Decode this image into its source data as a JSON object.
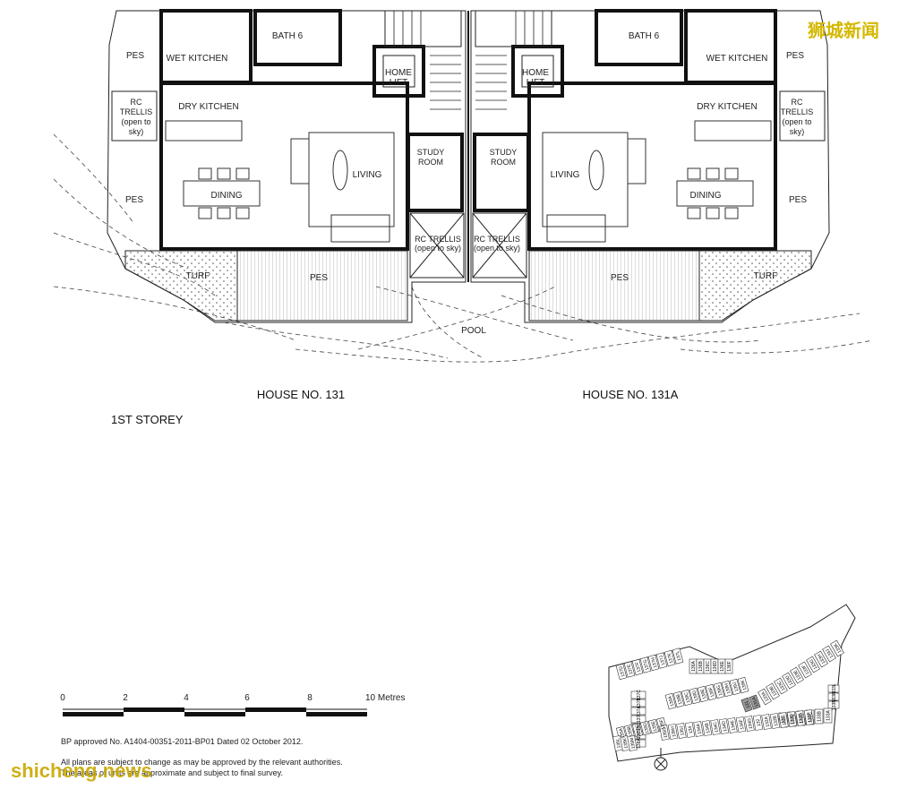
{
  "watermark_top": "狮城新闻",
  "watermark_bottom": "shicheng.news",
  "rooms_left": {
    "pes_top": "PES",
    "wet_kitchen": "WET KITCHEN",
    "bath": "BATH 6",
    "home_lift": [
      "HOME",
      "LIFT"
    ],
    "rc_trellis_side": [
      "RC",
      "TRELLIS",
      "(open to",
      "sky)"
    ],
    "dry_kitchen": "DRY KITCHEN",
    "dining": "DINING",
    "living": "LIVING",
    "study": [
      "STUDY",
      "ROOM"
    ],
    "pes_side": "PES",
    "rc_trellis_center": [
      "RC TRELLIS",
      "(open to sky)"
    ],
    "turf": "TURF",
    "pes_deck": "PES"
  },
  "rooms_right": {
    "pes_top": "PES",
    "wet_kitchen": "WET KITCHEN",
    "bath": "BATH 6",
    "home_lift": [
      "HOME",
      "LIFT"
    ],
    "rc_trellis_side": [
      "RC",
      "TRELLIS",
      "(open to",
      "sky)"
    ],
    "dry_kitchen": "DRY KITCHEN",
    "dining": "DINING",
    "living": "LIVING",
    "study": [
      "STUDY",
      "ROOM"
    ],
    "pes_side": "PES",
    "rc_trellis_center": [
      "RC TRELLIS",
      "(open to sky)"
    ],
    "turf": "TURF",
    "pes_deck": "PES"
  },
  "pool": "POOL",
  "house_left": "HOUSE NO. 131",
  "house_right": "HOUSE NO. 131A",
  "storey": "1ST STOREY",
  "scale": {
    "ticks": [
      "0",
      "2",
      "4",
      "6",
      "8",
      "10 Metres"
    ]
  },
  "notes": [
    "BP approved No. A1404-00351-2011-BP01 Dated 02 October 2012.",
    "All plans are subject to change as may be approved by  the relevant authorities.",
    "The areas of units are approximate and subject to final survey."
  ],
  "site_plan_labels": {
    "upper_left": [
      "137D",
      "137E",
      "137F",
      "137G",
      "137H",
      "137J",
      "137K",
      "137L"
    ],
    "upper_mid": [
      "136A",
      "136B",
      "136C",
      "136D",
      "136E",
      "136F"
    ],
    "mid_left": [
      "137C",
      "137B",
      "137A",
      "137",
      "136",
      "138",
      "138A"
    ],
    "mid_center": [
      "139A",
      "139B",
      "139C",
      "139D",
      "139E",
      "139F",
      "139G",
      "139H",
      "139J",
      "139K"
    ],
    "highlight": [
      "131",
      "131A"
    ],
    "right_upper": [
      "133A",
      "133B",
      "133C",
      "133D",
      "133E",
      "133F",
      "133G",
      "133H",
      "133J",
      "133K"
    ],
    "right_side": [
      "133L",
      "133M",
      "133N"
    ],
    "right_lower": [
      "133",
      "133E",
      "133D",
      "133C",
      "133B",
      "133A"
    ],
    "lower_left": [
      "135A",
      "135B",
      "135C",
      "135D",
      "135E",
      "135F"
    ],
    "bottom_row": [
      "135G",
      "135H",
      "135J",
      "134",
      "134A",
      "134B",
      "134C",
      "134D",
      "134E",
      "134F",
      "134G",
      "132",
      "132A",
      "132B",
      "132C",
      "132D",
      "132E",
      "132F"
    ],
    "far_left": [
      "135L",
      "135K",
      "135M"
    ]
  }
}
